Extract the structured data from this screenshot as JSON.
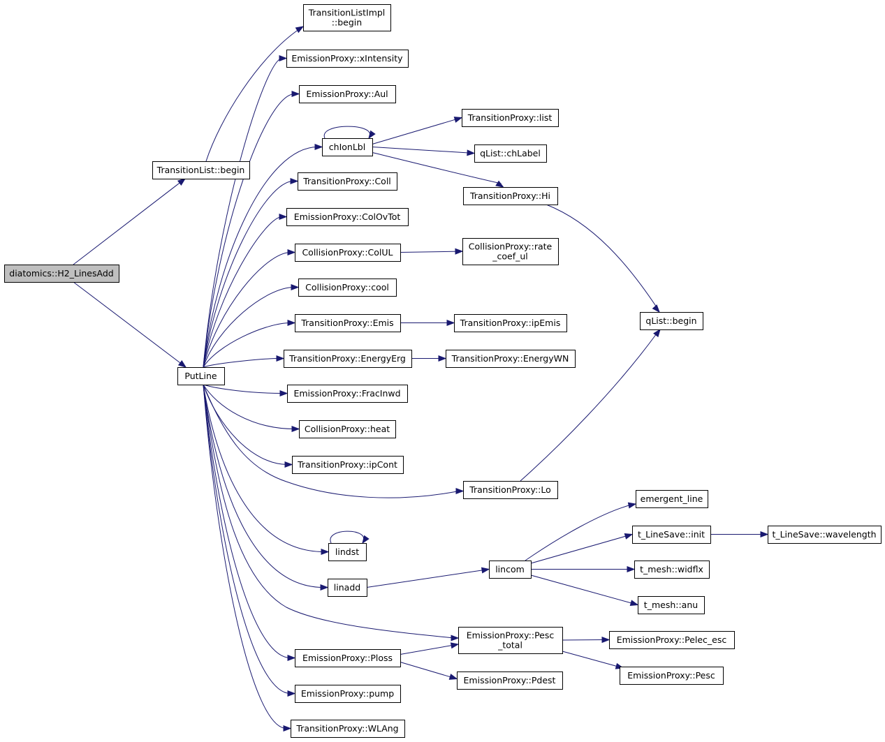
{
  "diagram": {
    "nodes": [
      {
        "id": "root",
        "lines": [
          "diatomics::H2_LinesAdd"
        ],
        "root": true
      },
      {
        "id": "tl_begin",
        "lines": [
          "TransitionList::begin"
        ]
      },
      {
        "id": "putline",
        "lines": [
          "PutLine"
        ]
      },
      {
        "id": "tli_begin",
        "lines": [
          "TransitionListImpl",
          "::begin"
        ]
      },
      {
        "id": "xintensity",
        "lines": [
          "EmissionProxy::xIntensity"
        ]
      },
      {
        "id": "aul",
        "lines": [
          "EmissionProxy::Aul"
        ]
      },
      {
        "id": "chionlbl",
        "lines": [
          "chIonLbl"
        ]
      },
      {
        "id": "coll",
        "lines": [
          "TransitionProxy::Coll"
        ]
      },
      {
        "id": "colovtot",
        "lines": [
          "EmissionProxy::ColOvTot"
        ]
      },
      {
        "id": "colul",
        "lines": [
          "CollisionProxy::ColUL"
        ]
      },
      {
        "id": "cool",
        "lines": [
          "CollisionProxy::cool"
        ]
      },
      {
        "id": "emis",
        "lines": [
          "TransitionProxy::Emis"
        ]
      },
      {
        "id": "energyerg",
        "lines": [
          "TransitionProxy::EnergyErg"
        ]
      },
      {
        "id": "fracinwd",
        "lines": [
          "EmissionProxy::FracInwd"
        ]
      },
      {
        "id": "heat",
        "lines": [
          "CollisionProxy::heat"
        ]
      },
      {
        "id": "ipcont",
        "lines": [
          "TransitionProxy::ipCont"
        ]
      },
      {
        "id": "lindst",
        "lines": [
          "lindst"
        ]
      },
      {
        "id": "linadd",
        "lines": [
          "linadd"
        ]
      },
      {
        "id": "ploss",
        "lines": [
          "EmissionProxy::Ploss"
        ]
      },
      {
        "id": "pump",
        "lines": [
          "EmissionProxy::pump"
        ]
      },
      {
        "id": "wlang",
        "lines": [
          "TransitionProxy::WLAng"
        ]
      },
      {
        "id": "tp_list",
        "lines": [
          "TransitionProxy::list"
        ]
      },
      {
        "id": "chlabel",
        "lines": [
          "qList::chLabel"
        ]
      },
      {
        "id": "tp_hi",
        "lines": [
          "TransitionProxy::Hi"
        ]
      },
      {
        "id": "rate_coef",
        "lines": [
          "CollisionProxy::rate",
          "_coef_ul"
        ]
      },
      {
        "id": "ipemis",
        "lines": [
          "TransitionProxy::ipEmis"
        ]
      },
      {
        "id": "energywn",
        "lines": [
          "TransitionProxy::EnergyWN"
        ]
      },
      {
        "id": "tp_lo",
        "lines": [
          "TransitionProxy::Lo"
        ]
      },
      {
        "id": "lincom",
        "lines": [
          "lincom"
        ]
      },
      {
        "id": "pesc_total",
        "lines": [
          "EmissionProxy::Pesc",
          "_total"
        ]
      },
      {
        "id": "pdest",
        "lines": [
          "EmissionProxy::Pdest"
        ]
      },
      {
        "id": "ql_begin",
        "lines": [
          "qList::begin"
        ]
      },
      {
        "id": "emergent",
        "lines": [
          "emergent_line"
        ]
      },
      {
        "id": "ls_init",
        "lines": [
          "t_LineSave::init"
        ]
      },
      {
        "id": "widflx",
        "lines": [
          "t_mesh::widflx"
        ]
      },
      {
        "id": "anu",
        "lines": [
          "t_mesh::anu"
        ]
      },
      {
        "id": "pelec_esc",
        "lines": [
          "EmissionProxy::Pelec_esc"
        ]
      },
      {
        "id": "pesc",
        "lines": [
          "EmissionProxy::Pesc"
        ]
      },
      {
        "id": "wavelength",
        "lines": [
          "t_LineSave::wavelength"
        ]
      }
    ],
    "edges": [
      {
        "from": "root",
        "to": "tl_begin"
      },
      {
        "from": "root",
        "to": "putline"
      },
      {
        "from": "tl_begin",
        "to": "tli_begin"
      },
      {
        "from": "putline",
        "to": "xintensity"
      },
      {
        "from": "putline",
        "to": "aul"
      },
      {
        "from": "putline",
        "to": "chionlbl"
      },
      {
        "from": "putline",
        "to": "coll"
      },
      {
        "from": "putline",
        "to": "colovtot"
      },
      {
        "from": "putline",
        "to": "colul"
      },
      {
        "from": "putline",
        "to": "cool"
      },
      {
        "from": "putline",
        "to": "emis"
      },
      {
        "from": "putline",
        "to": "energyerg"
      },
      {
        "from": "putline",
        "to": "fracinwd"
      },
      {
        "from": "putline",
        "to": "heat"
      },
      {
        "from": "putline",
        "to": "ipcont"
      },
      {
        "from": "putline",
        "to": "tp_lo"
      },
      {
        "from": "putline",
        "to": "lindst"
      },
      {
        "from": "putline",
        "to": "linadd"
      },
      {
        "from": "putline",
        "to": "pesc_total"
      },
      {
        "from": "putline",
        "to": "ploss"
      },
      {
        "from": "putline",
        "to": "pump"
      },
      {
        "from": "putline",
        "to": "wlang"
      },
      {
        "from": "chionlbl",
        "to": "chionlbl",
        "self": true
      },
      {
        "from": "chionlbl",
        "to": "tp_list"
      },
      {
        "from": "chionlbl",
        "to": "chlabel"
      },
      {
        "from": "chionlbl",
        "to": "tp_hi"
      },
      {
        "from": "tp_hi",
        "to": "ql_begin"
      },
      {
        "from": "colul",
        "to": "rate_coef"
      },
      {
        "from": "emis",
        "to": "ipemis"
      },
      {
        "from": "energyerg",
        "to": "energywn"
      },
      {
        "from": "tp_lo",
        "to": "ql_begin"
      },
      {
        "from": "lindst",
        "to": "lindst",
        "self": true
      },
      {
        "from": "linadd",
        "to": "lincom"
      },
      {
        "from": "lincom",
        "to": "emergent"
      },
      {
        "from": "lincom",
        "to": "ls_init"
      },
      {
        "from": "lincom",
        "to": "widflx"
      },
      {
        "from": "lincom",
        "to": "anu"
      },
      {
        "from": "ls_init",
        "to": "wavelength"
      },
      {
        "from": "ploss",
        "to": "pesc_total"
      },
      {
        "from": "ploss",
        "to": "pdest"
      },
      {
        "from": "pesc_total",
        "to": "pelec_esc"
      },
      {
        "from": "pesc_total",
        "to": "pesc"
      }
    ]
  }
}
